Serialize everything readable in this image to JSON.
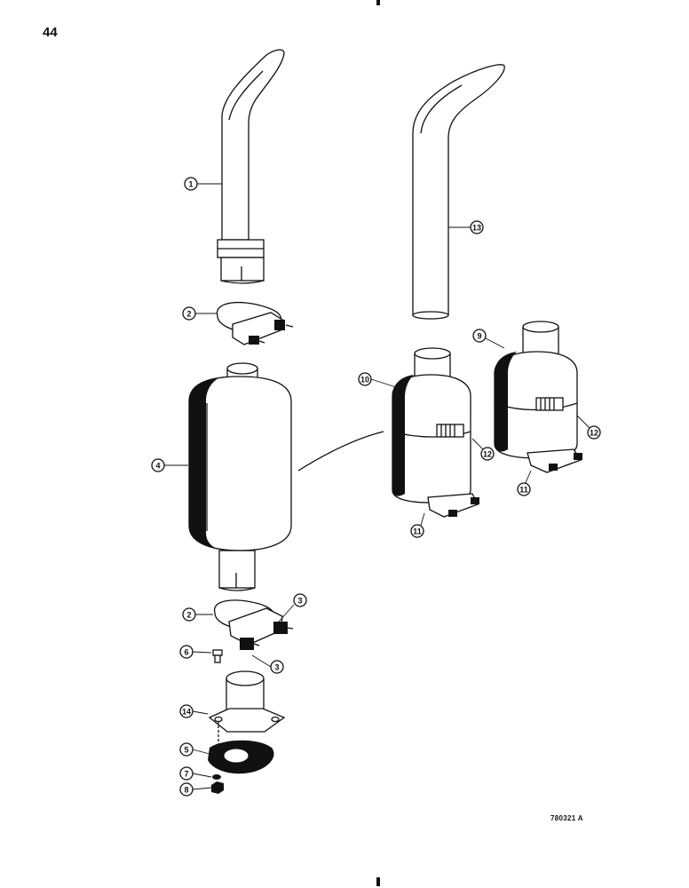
{
  "page": {
    "number": "44",
    "figure_code": "780321 A"
  },
  "callouts": {
    "c1": "1",
    "c2a": "2",
    "c2b": "2",
    "c3a": "3",
    "c3b": "3",
    "c4": "4",
    "c5": "5",
    "c6": "6",
    "c7": "7",
    "c8": "8",
    "c9": "9",
    "c10": "10",
    "c11a": "11",
    "c11b": "11",
    "c12a": "12",
    "c12b": "12",
    "c13": "13",
    "c14": "14"
  }
}
